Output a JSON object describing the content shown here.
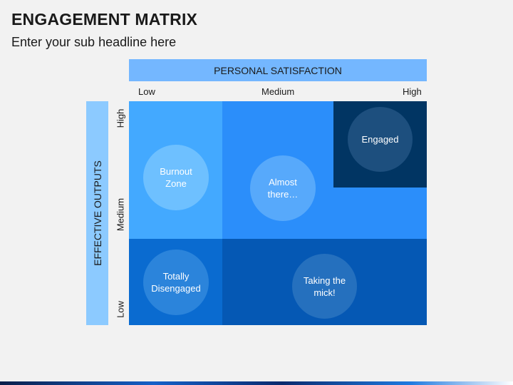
{
  "title": "ENGAGEMENT MATRIX",
  "subtitle": "Enter your sub headline here",
  "x_axis": {
    "label": "PERSONAL SATISFACTION",
    "ticks": [
      "Low",
      "Medium",
      "High"
    ]
  },
  "y_axis": {
    "label": "EFFECTIVE OUTPUTS",
    "ticks": [
      "High",
      "Medium",
      "Low"
    ]
  },
  "quadrants": [
    {
      "label": "Burnout Zone",
      "position": "top-left"
    },
    {
      "label": "Almost there…",
      "position": "top-middle"
    },
    {
      "label": "Engaged",
      "position": "top-right"
    },
    {
      "label": "Totally Disengaged",
      "position": "bottom-left"
    },
    {
      "label": "Taking the mick!",
      "position": "bottom-right"
    }
  ],
  "colors": {
    "header_x": "#74b7ff",
    "header_y": "#8ccaff",
    "burnout_cell": "#43a9ff",
    "almost_cell": "#2b8efa",
    "engaged_cell": "#013563",
    "disengaged_cell": "#0a6bd0",
    "taking_cell": "#0558b4"
  }
}
